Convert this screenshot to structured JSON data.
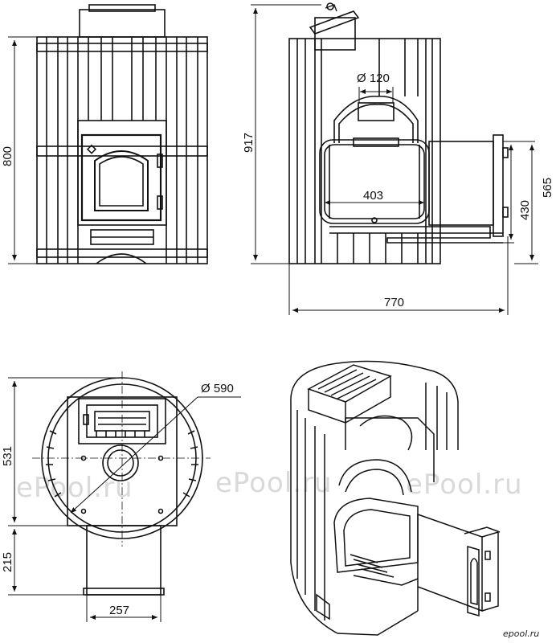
{
  "dimensions": {
    "front_height": "800",
    "side_height": "917",
    "flue_diameter": "Ø 120",
    "firebox_width": "403",
    "door_height": "430",
    "tunnel_height": "565",
    "total_length": "770",
    "body_diameter": "Ø 590",
    "body_depth": "531",
    "tunnel_length": "215",
    "tunnel_width": "257"
  },
  "watermark": "ePool.ru",
  "logo_text": "epool.ru"
}
